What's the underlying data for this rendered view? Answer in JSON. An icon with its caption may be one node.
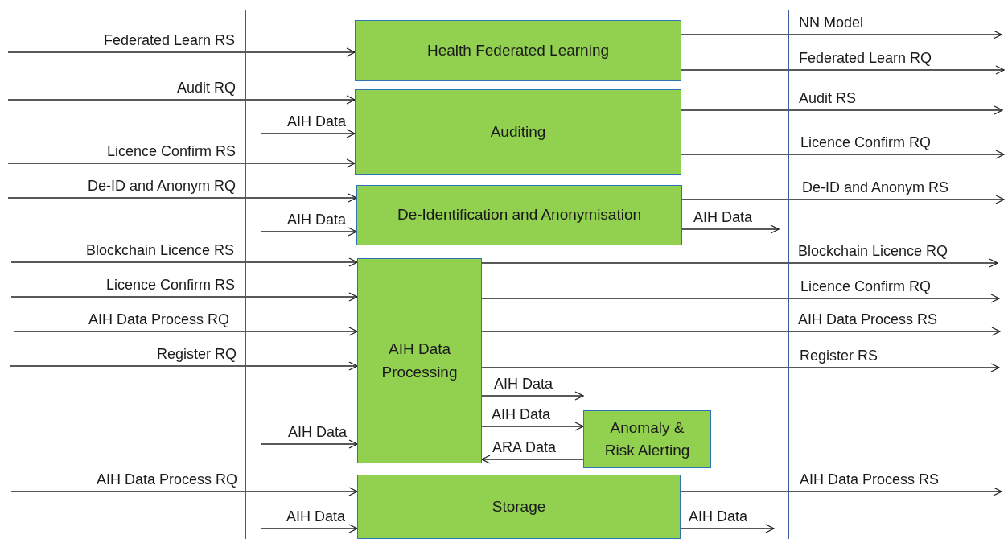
{
  "diagram": {
    "nodes": [
      {
        "text": [],
        "shape": "box"
      },
      {
        "text": [
          "Health Federated Learning"
        ],
        "in": 0
      },
      {
        "text": [
          "Auditing"
        ],
        "in": 0
      },
      {
        "text": [
          "De-Identification and Anonymisation"
        ],
        "in": 0
      },
      {
        "text": [
          "AIH Data Processing"
        ],
        "in": 0
      },
      {
        "text": [
          "Anomaly & Risk Alerting"
        ],
        "in": 0
      },
      {
        "text": [
          "Storage"
        ],
        "in": 0
      }
    ],
    "edges": [
      {
        "from": null,
        "to": 1,
        "arrow": "to",
        "label": "Federated Learn RS"
      },
      {
        "from": null,
        "to": 2,
        "arrow": "to",
        "label": "Audit RQ"
      },
      {
        "from": null,
        "to": 2,
        "arrow": "to",
        "label": "AIH Data"
      },
      {
        "from": null,
        "to": 2,
        "arrow": "to",
        "label": "Licence Confirm RS"
      },
      {
        "from": null,
        "to": 3,
        "arrow": "to",
        "label": "De-ID and Anonym RQ"
      },
      {
        "from": null,
        "to": 3,
        "arrow": "to",
        "label": "AIH Data"
      },
      {
        "from": null,
        "to": 4,
        "arrow": "to",
        "label": "Blockchain Licence RS"
      },
      {
        "from": null,
        "to": 4,
        "arrow": "to",
        "label": "Licence Confirm RS"
      },
      {
        "from": null,
        "to": 4,
        "arrow": "to",
        "label": "AIH Data Process RQ"
      },
      {
        "from": null,
        "to": 4,
        "arrow": "to",
        "label": "Register RQ"
      },
      {
        "from": null,
        "to": 4,
        "arrow": "to",
        "label": "AIH Data"
      },
      {
        "from": null,
        "to": 6,
        "arrow": "to",
        "label": "AIH Data Process RQ"
      },
      {
        "from": null,
        "to": 6,
        "arrow": "to",
        "label": "AIH Data"
      },
      {
        "from": 1,
        "to": null,
        "arrow": "to",
        "label": "NN Model"
      },
      {
        "from": 1,
        "to": null,
        "arrow": "to",
        "label": "Federated Learn RQ"
      },
      {
        "from": 2,
        "to": null,
        "arrow": "to",
        "label": "Audit RS"
      },
      {
        "from": 2,
        "to": null,
        "arrow": "to",
        "label": "Licence Confirm RQ"
      },
      {
        "from": 3,
        "to": null,
        "arrow": "to",
        "label": "De-ID and Anonym RS"
      },
      {
        "from": 3,
        "to": null,
        "arrow": "to",
        "label": "AIH Data"
      },
      {
        "from": 4,
        "to": null,
        "arrow": "to",
        "label": "Blockchain Licence RQ"
      },
      {
        "from": 4,
        "to": null,
        "arrow": "to",
        "label": "Licence Confirm RQ"
      },
      {
        "from": 4,
        "to": null,
        "arrow": "to",
        "label": "AIH Data Process RS"
      },
      {
        "from": 4,
        "to": null,
        "arrow": "to",
        "label": "Register RS"
      },
      {
        "from": 4,
        "to": 5,
        "arrow": "to",
        "label": "AIH Data"
      },
      {
        "from": 4,
        "to": 5,
        "arrow": "to",
        "label": "AIH Data"
      },
      {
        "from": 5,
        "to": 4,
        "arrow": "to",
        "label": "ARA Data"
      },
      {
        "from": 6,
        "to": null,
        "arrow": "to",
        "label": "AIH Data Process RS"
      },
      {
        "from": 6,
        "to": null,
        "arrow": "to",
        "label": "AIH Data"
      }
    ]
  }
}
